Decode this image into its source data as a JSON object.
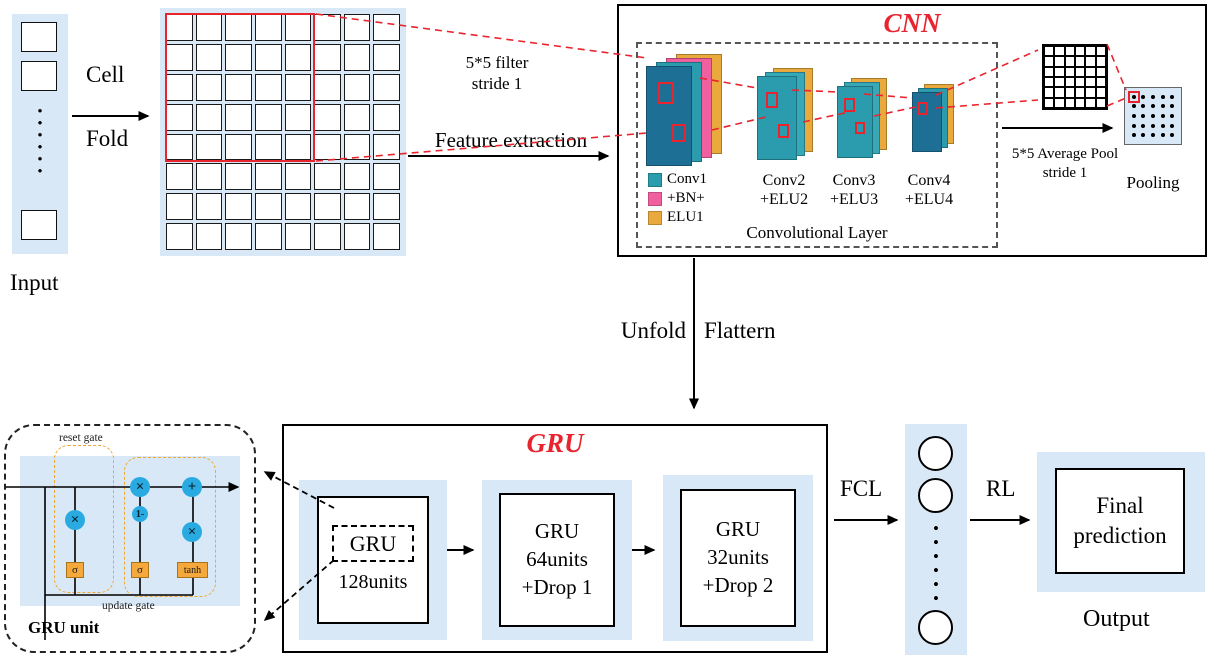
{
  "colors": {
    "light_blue": "#d9e8f6",
    "accent_red": "#e8242e",
    "conv_teal": "#2a9cad",
    "conv_dark_blue": "#1e6f96",
    "bn_pink": "#f0609e",
    "elu_yellow": "#e9a93d",
    "gate_orange": "#f5a93c",
    "node_blue": "#29abe2"
  },
  "input": {
    "label": "Input",
    "dots": "•\n•\n•\n•\n•\n•"
  },
  "fold": {
    "line1": "Cell",
    "line2": "Fold"
  },
  "filter_note": {
    "line1": "5*5 filter",
    "line2": "stride 1"
  },
  "feature_extraction": {
    "label": "Feature extraction"
  },
  "cnn": {
    "title": "CNN",
    "legend": [
      {
        "label": "Conv1"
      },
      {
        "label": "+BN+"
      },
      {
        "label": "ELU1"
      }
    ],
    "convs": [
      {
        "line1": "Conv2",
        "line2": "+ELU2"
      },
      {
        "line1": "Conv3",
        "line2": "+ELU3"
      },
      {
        "line1": "Conv4",
        "line2": "+ELU4"
      }
    ],
    "box_label": "Convolutional Layer",
    "pool_note": {
      "line1": "5*5 Average Pool",
      "line2": "stride 1"
    },
    "pooling_label": "Pooling"
  },
  "unfold": {
    "left": "Unfold",
    "right": "Flattern"
  },
  "gru": {
    "title": "GRU",
    "cells": [
      {
        "name": "GRU",
        "units": "128units"
      },
      {
        "name": "GRU",
        "units": "64units",
        "drop": "+Drop 1"
      },
      {
        "name": "GRU",
        "units": "32units",
        "drop": "+Drop 2"
      }
    ]
  },
  "gru_unit": {
    "reset_gate": "reset gate",
    "update_gate": "update gate",
    "label": "GRU unit",
    "sigma": "σ",
    "tanh": "tanh",
    "times": "×",
    "plus": "+",
    "one_minus": "1-"
  },
  "fc": {
    "label": "FCL",
    "dots": "•\n•\n•\n•\n•\n•"
  },
  "rl": {
    "label": "RL"
  },
  "output": {
    "line1": "Final",
    "line2": "prediction",
    "label": "Output"
  }
}
